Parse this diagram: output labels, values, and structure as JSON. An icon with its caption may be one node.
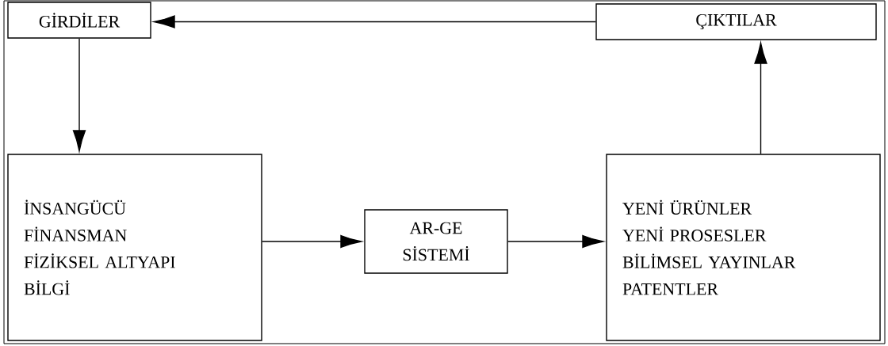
{
  "diagram": {
    "nodes": [
      {
        "text": [
          "GİRDİLER"
        ]
      },
      {
        "text": [
          "ÇIKTILAR"
        ]
      },
      {
        "text": [
          "İNSANGÜCÜ",
          "FİNANSMAN",
          "FİZİKSEL ALTYAPI",
          "BİLGİ"
        ]
      },
      {
        "text": [
          "AR-GE SİSTEMİ"
        ]
      },
      {
        "text": [
          "YENİ ÜRÜNLER",
          "YENİ PROSESLER",
          "BİLİMSEL YAYINLAR",
          "PATENTLER"
        ]
      }
    ],
    "edges": [
      {
        "from": 1,
        "to": 0,
        "arrow": "to"
      },
      {
        "from": 0,
        "to": 2,
        "arrow": "to"
      },
      {
        "from": 2,
        "to": 3,
        "arrow": "to"
      },
      {
        "from": 3,
        "to": 4,
        "arrow": "to"
      },
      {
        "from": 4,
        "to": 1,
        "arrow": "to"
      }
    ]
  }
}
